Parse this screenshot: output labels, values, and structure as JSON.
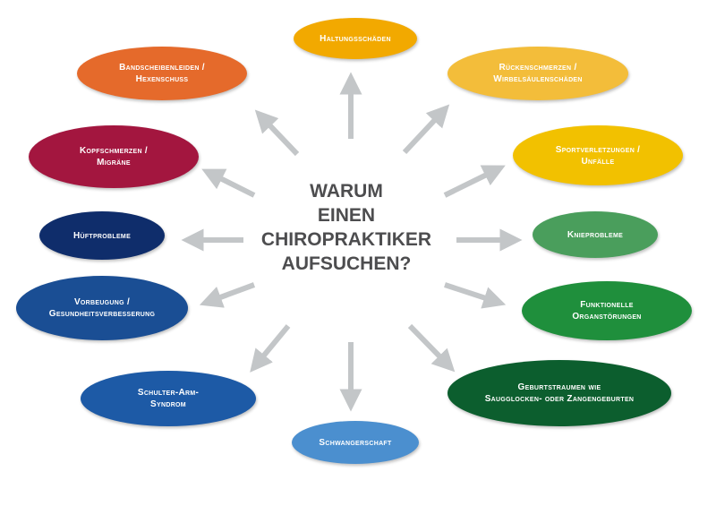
{
  "center": {
    "lines": [
      "WARUM",
      "EINEN",
      "CHIROPRAKTIKER",
      "AUFSUCHEN?"
    ]
  },
  "ovals": {
    "haltung": {
      "line1": "Haltungsschäden",
      "line2": "",
      "color": "#f2a900"
    },
    "ruecken": {
      "line1": "Rückenschmerzen /",
      "line2": "Wirbelsäulenschäden",
      "color": "#f3bd3a"
    },
    "sport": {
      "line1": "Sportverletzungen /",
      "line2": "Unfälle",
      "color": "#f2c100"
    },
    "knie": {
      "line1": "Knieprobleme",
      "line2": "",
      "color": "#4a9e5c"
    },
    "funktion": {
      "line1": "Funktionelle",
      "line2": "Organstörungen",
      "color": "#1f8f3c"
    },
    "geburt": {
      "line1": "Geburtstraumen wie",
      "line2": "Saugglocken- oder Zangengeburten",
      "color": "#0c5e2e"
    },
    "schwanger": {
      "line1": "Schwangerschaft",
      "line2": "",
      "color": "#4b8fcf"
    },
    "schulter": {
      "line1": "Schulter-Arm-",
      "line2": "Syndrom",
      "color": "#1d5aa6"
    },
    "vorbeugung": {
      "line1": "Vorbeugung /",
      "line2": "Gesundheitsverbesserung",
      "color": "#1a4e94"
    },
    "huefte": {
      "line1": "Hüftprobleme",
      "line2": "",
      "color": "#0f2d6b"
    },
    "kopf": {
      "line1": "Kopfschmerzen /",
      "line2": "Migräne",
      "color": "#a3163f"
    },
    "band": {
      "line1": "Bandscheibenleiden /",
      "line2": "Hexenschuss",
      "color": "#e56a2b"
    }
  },
  "arrow_color": "#c3c6c8"
}
